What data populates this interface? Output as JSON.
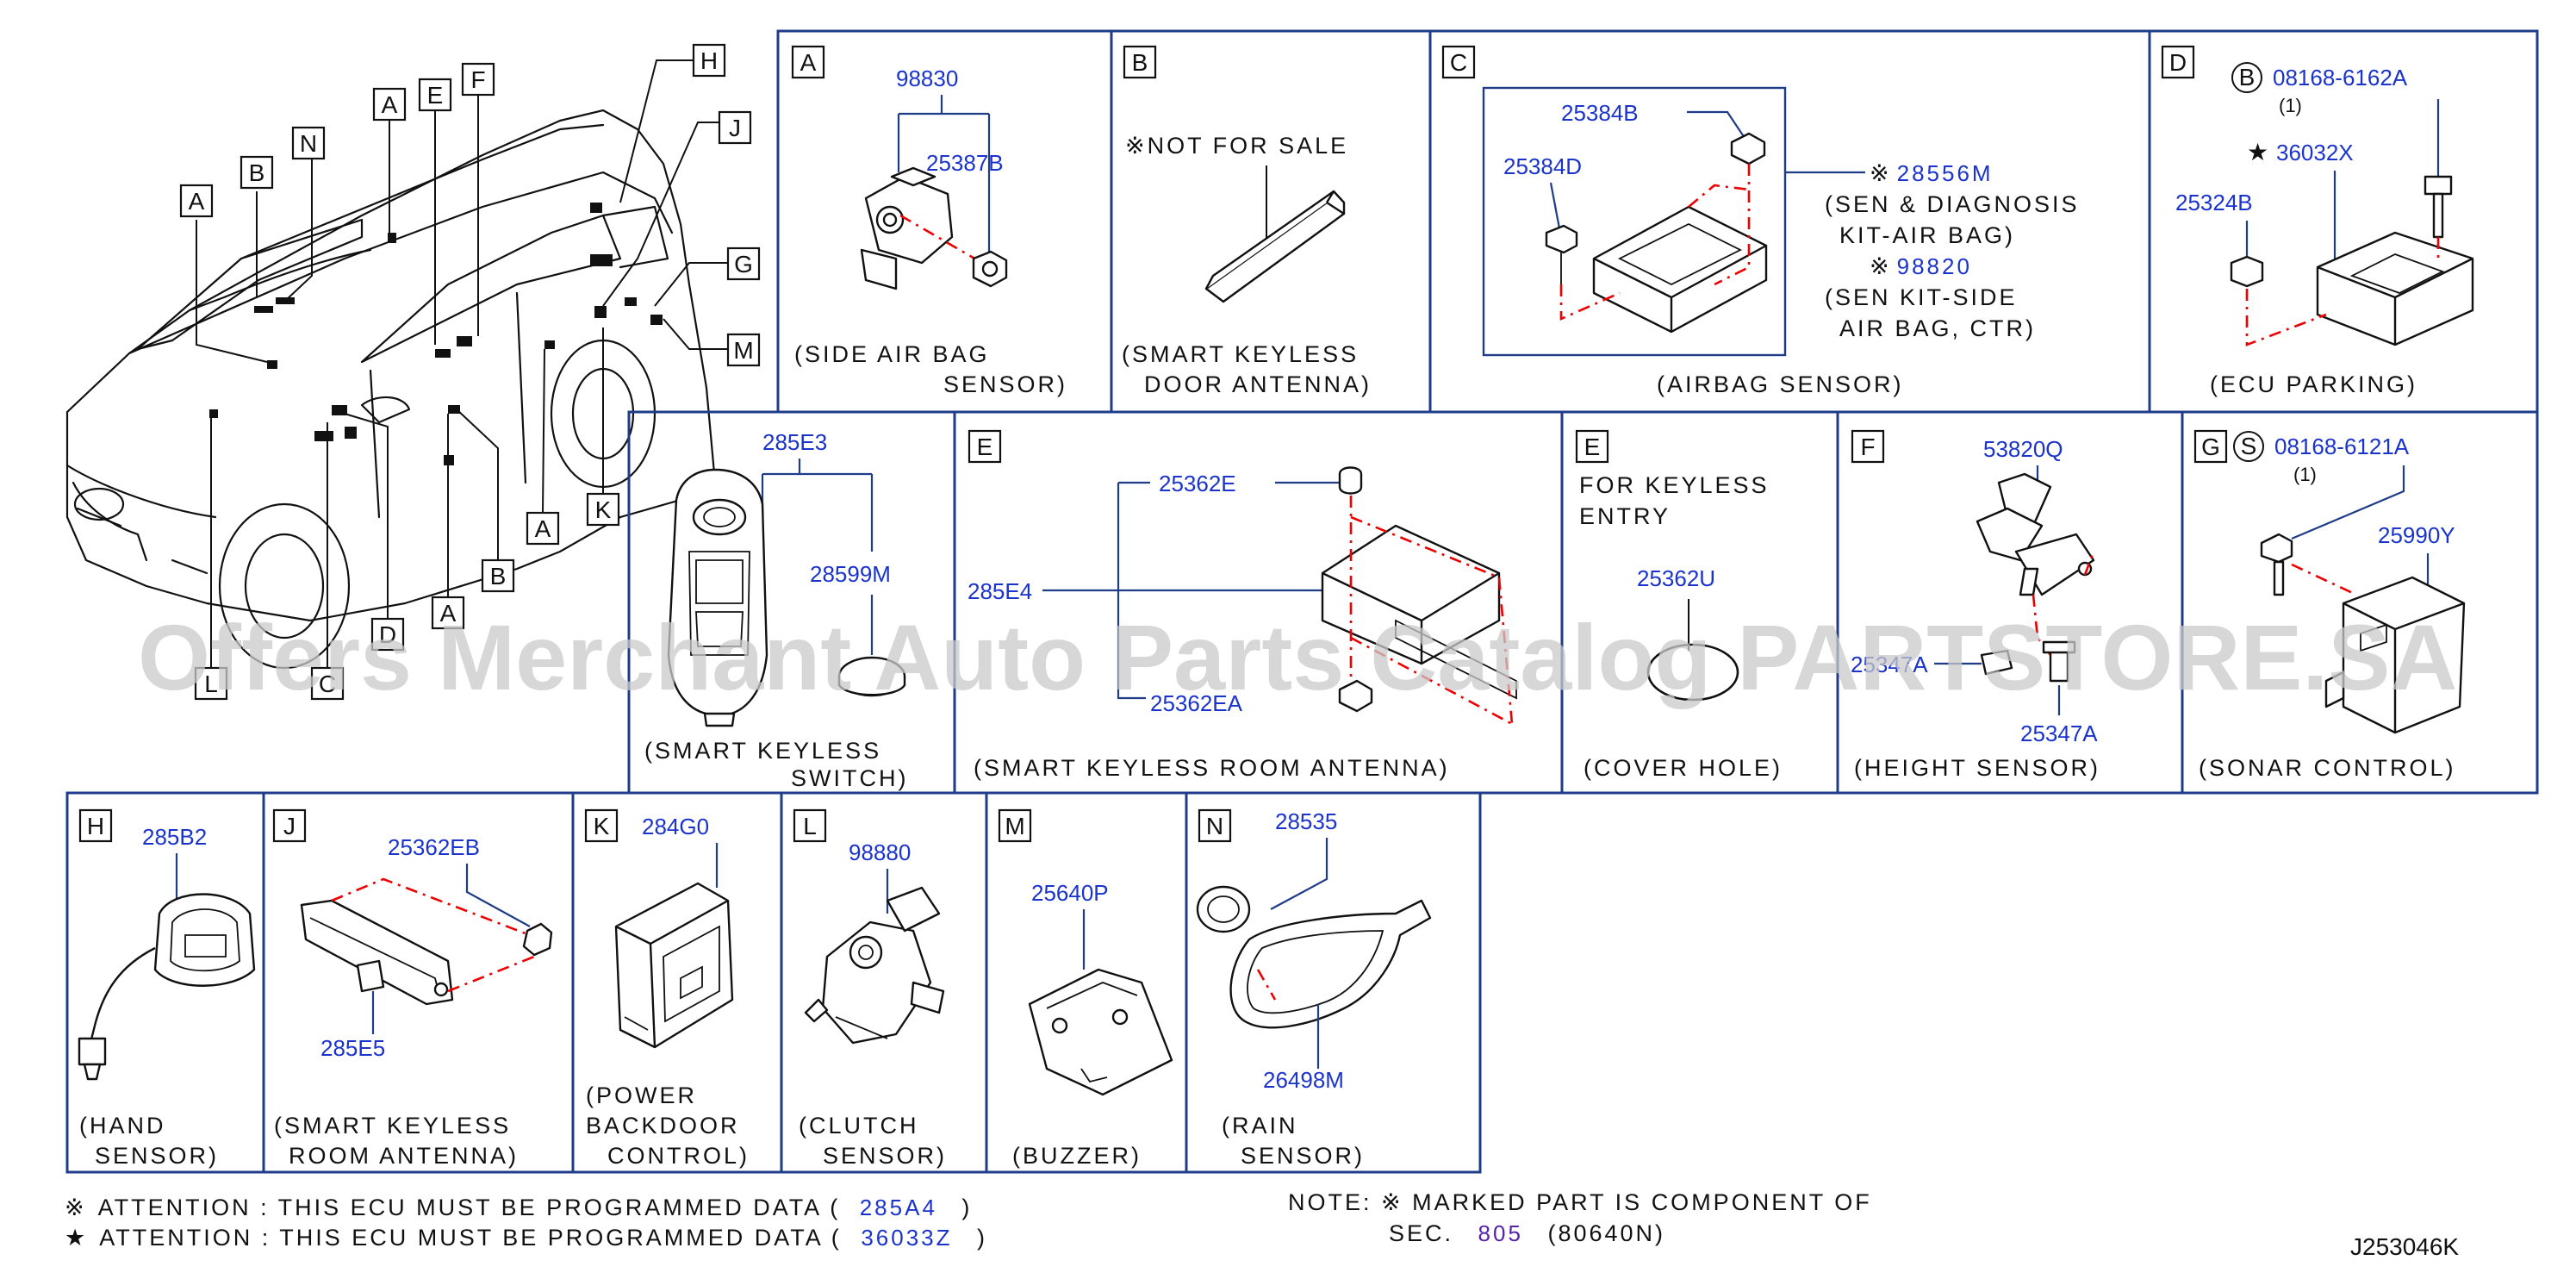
{
  "watermark": "Offers Merchant Auto Parts Catalog PARTSTORE.SA",
  "diagram_code": "J253046K",
  "car_callouts": [
    "A",
    "B",
    "N",
    "A",
    "E",
    "F",
    "H",
    "J",
    "G",
    "M",
    "K",
    "A",
    "B",
    "A",
    "D",
    "L",
    "C"
  ],
  "panels": {
    "A": {
      "letter": "A",
      "parts": [
        "98830",
        "25387B"
      ],
      "caption": [
        "(SIDE  AIR  BAG",
        "SENSOR)"
      ]
    },
    "B": {
      "letter": "B",
      "note": "※NOT  FOR  SALE",
      "caption": [
        "(SMART  KEYLESS",
        "DOOR  ANTENNA)"
      ]
    },
    "C": {
      "letter": "C",
      "parts": [
        "25384B",
        "25384D"
      ],
      "note_lines": [
        {
          "mark": "※",
          "part": "28556M"
        },
        {
          "text": "(SEN  &  DIAGNOSIS"
        },
        {
          "text": "KIT-AIR  BAG)"
        },
        {
          "mark": "※",
          "part": "98820"
        },
        {
          "text": "(SEN  KIT-SIDE"
        },
        {
          "text": "AIR  BAG,  CTR)"
        }
      ],
      "caption": [
        "(AIRBAG  SENSOR)"
      ]
    },
    "D": {
      "letter": "D",
      "circle_mark": "B",
      "bolt_part": "08168-6162A",
      "qty": "(1)",
      "star": "★",
      "star_part": "36032X",
      "nut_part": "25324B",
      "caption": [
        "(ECU  PARKING)"
      ]
    },
    "E1": {
      "parts": [
        "285E3",
        "28599M"
      ],
      "caption": [
        "(SMART  KEYLESS",
        "SWITCH)"
      ]
    },
    "E2": {
      "letter": "E",
      "parts": [
        "25362E",
        "285E4",
        "25362EA"
      ],
      "caption": [
        "(SMART  KEYLESS  ROOM  ANTENNA)"
      ]
    },
    "E3": {
      "letter": "E",
      "note": [
        "FOR  KEYLESS",
        "ENTRY"
      ],
      "parts": [
        "25362U"
      ],
      "caption": [
        "(COVER  HOLE)"
      ]
    },
    "F": {
      "letter": "F",
      "parts": [
        "53820Q",
        "25347A",
        "25347A"
      ],
      "caption": [
        "(HEIGHT  SENSOR)"
      ]
    },
    "G": {
      "letter": "G",
      "circle_mark": "S",
      "bolt_part": "08168-6121A",
      "qty": "(1)",
      "parts": [
        "25990Y"
      ],
      "caption": [
        "(SONAR  CONTROL)"
      ]
    },
    "H": {
      "letter": "H",
      "parts": [
        "285B2"
      ],
      "caption": [
        "(HAND",
        "SENSOR)"
      ]
    },
    "J": {
      "letter": "J",
      "parts": [
        "25362EB",
        "285E5"
      ],
      "caption": [
        "(SMART  KEYLESS",
        "ROOM  ANTENNA)"
      ]
    },
    "K": {
      "letter": "K",
      "parts": [
        "284G0"
      ],
      "caption": [
        "(POWER",
        "BACKDOOR",
        "CONTROL)"
      ]
    },
    "L": {
      "letter": "L",
      "parts": [
        "98880"
      ],
      "caption": [
        "(CLUTCH",
        "SENSOR)"
      ]
    },
    "M": {
      "letter": "M",
      "parts": [
        "25640P"
      ],
      "caption": [
        "(BUZZER)"
      ]
    },
    "N": {
      "letter": "N",
      "parts": [
        "28535",
        "26498M"
      ],
      "caption": [
        "(RAIN",
        "SENSOR)"
      ]
    }
  },
  "attention": [
    {
      "mark": "※",
      "text": "ATTENTION  :  THIS  ECU  MUST  BE  PROGRAMMED  DATA  (",
      "part": "285A4",
      "close": ")"
    },
    {
      "mark": "★",
      "text": "ATTENTION  :  THIS  ECU  MUST  BE  PROGRAMMED  DATA  (",
      "part": "36033Z",
      "close": ")"
    }
  ],
  "note": {
    "line1": "NOTE:  ※ MARKED  PART  IS  COMPONENT  OF",
    "line2_prefix": "SEC.",
    "sec": "805",
    "line2_suffix": "(80640N)"
  }
}
